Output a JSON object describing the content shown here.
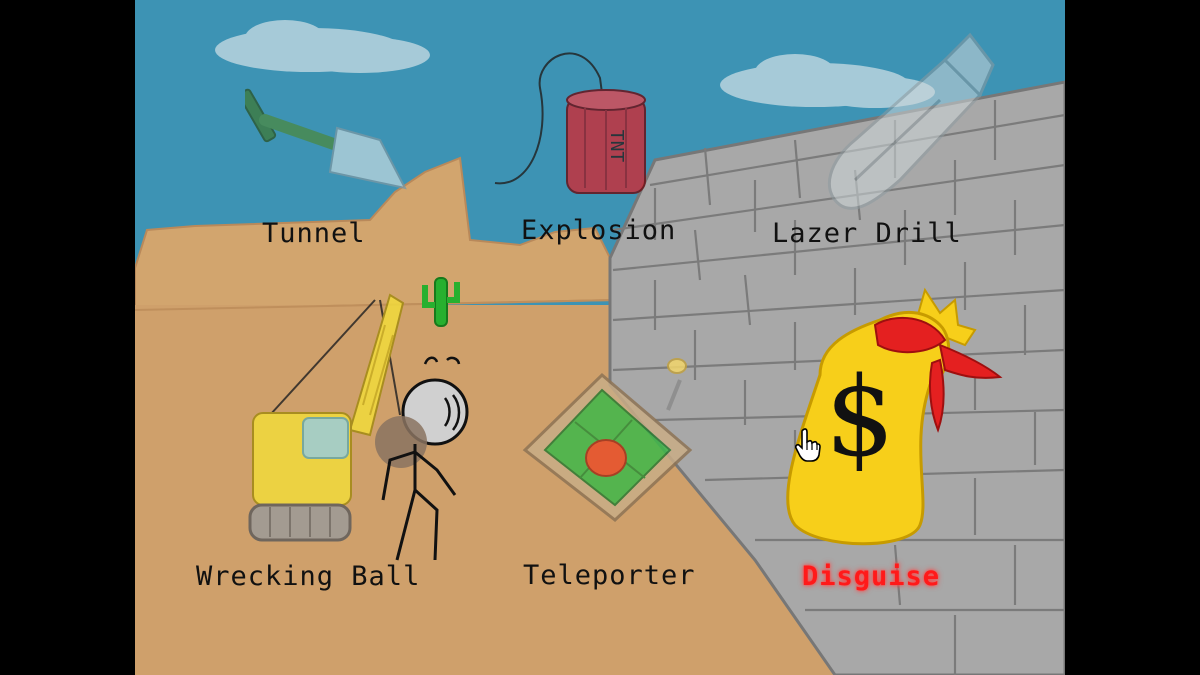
{
  "options": [
    {
      "id": "tunnel",
      "label": "Tunnel",
      "icon": "shovel-icon"
    },
    {
      "id": "explosion",
      "label": "Explosion",
      "icon": "tnt-icon",
      "icon_text": "TNT"
    },
    {
      "id": "lazer-drill",
      "label": "Lazer Drill",
      "icon": "drill-icon"
    },
    {
      "id": "wrecking-ball",
      "label": "Wrecking Ball",
      "icon": "crane-icon"
    },
    {
      "id": "teleporter",
      "label": "Teleporter",
      "icon": "teleporter-icon"
    },
    {
      "id": "disguise",
      "label": "Disguise",
      "icon": "money-bag-icon",
      "icon_text": "$",
      "selected": true
    }
  ],
  "colors": {
    "sky": "#3d93b4",
    "sand": "#cfa06b",
    "mesa": "#d2a56e",
    "wall": "#a8a8a8",
    "selected_label": "#ff1a1a",
    "bag": "#f7cf1a",
    "ribbon": "#e42020",
    "teleporter": "#3fb84a",
    "crane": "#f3dd3a"
  }
}
